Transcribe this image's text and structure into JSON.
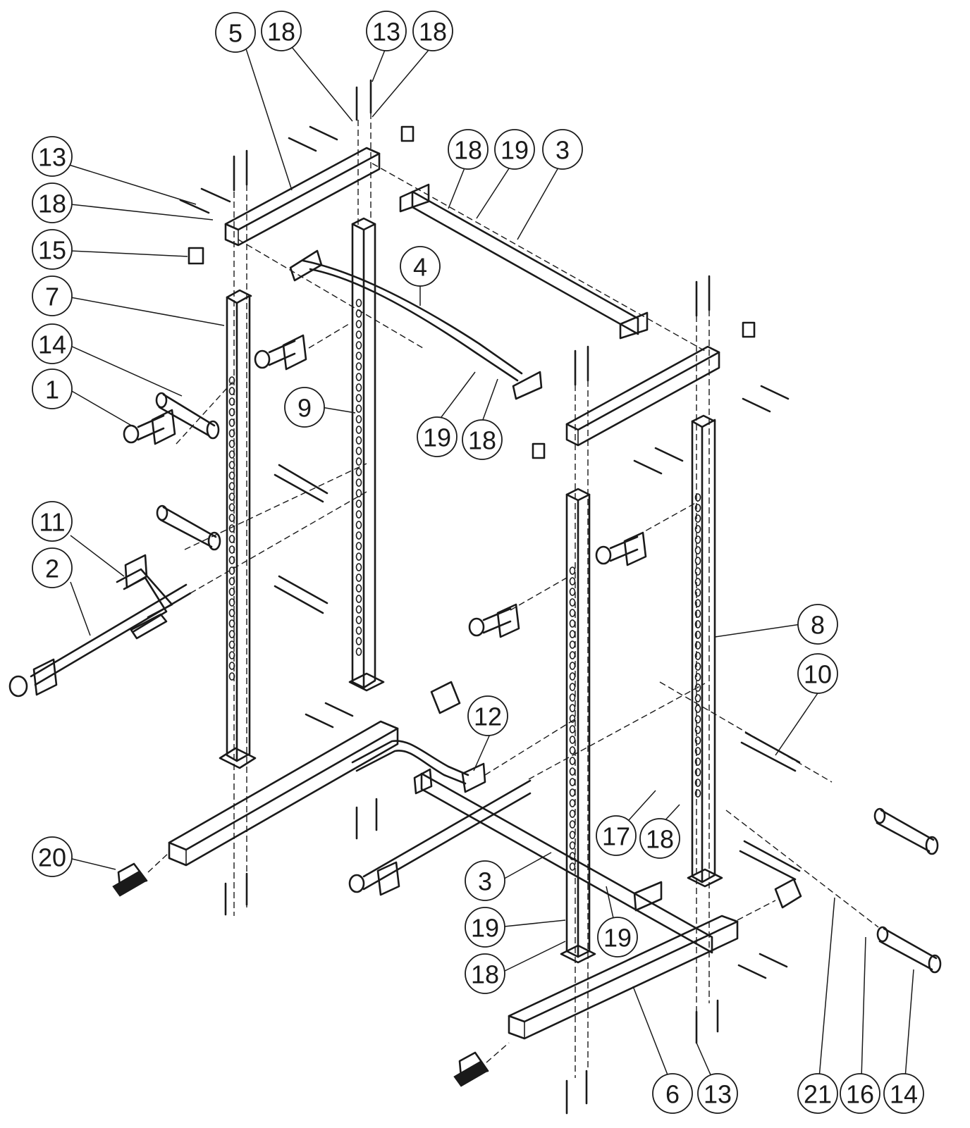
{
  "callouts": [
    {
      "label": "5"
    },
    {
      "label": "18"
    },
    {
      "label": "13"
    },
    {
      "label": "18"
    },
    {
      "label": "13"
    },
    {
      "label": "18"
    },
    {
      "label": "15"
    },
    {
      "label": "7"
    },
    {
      "label": "14"
    },
    {
      "label": "1"
    },
    {
      "label": "18"
    },
    {
      "label": "19"
    },
    {
      "label": "3"
    },
    {
      "label": "4"
    },
    {
      "label": "9"
    },
    {
      "label": "19"
    },
    {
      "label": "18"
    },
    {
      "label": "11"
    },
    {
      "label": "2"
    },
    {
      "label": "8"
    },
    {
      "label": "10"
    },
    {
      "label": "12"
    },
    {
      "label": "17"
    },
    {
      "label": "18"
    },
    {
      "label": "20"
    },
    {
      "label": "3"
    },
    {
      "label": "19"
    },
    {
      "label": "19"
    },
    {
      "label": "18"
    },
    {
      "label": "6"
    },
    {
      "label": "13"
    },
    {
      "label": "21"
    },
    {
      "label": "16"
    },
    {
      "label": "14"
    }
  ]
}
